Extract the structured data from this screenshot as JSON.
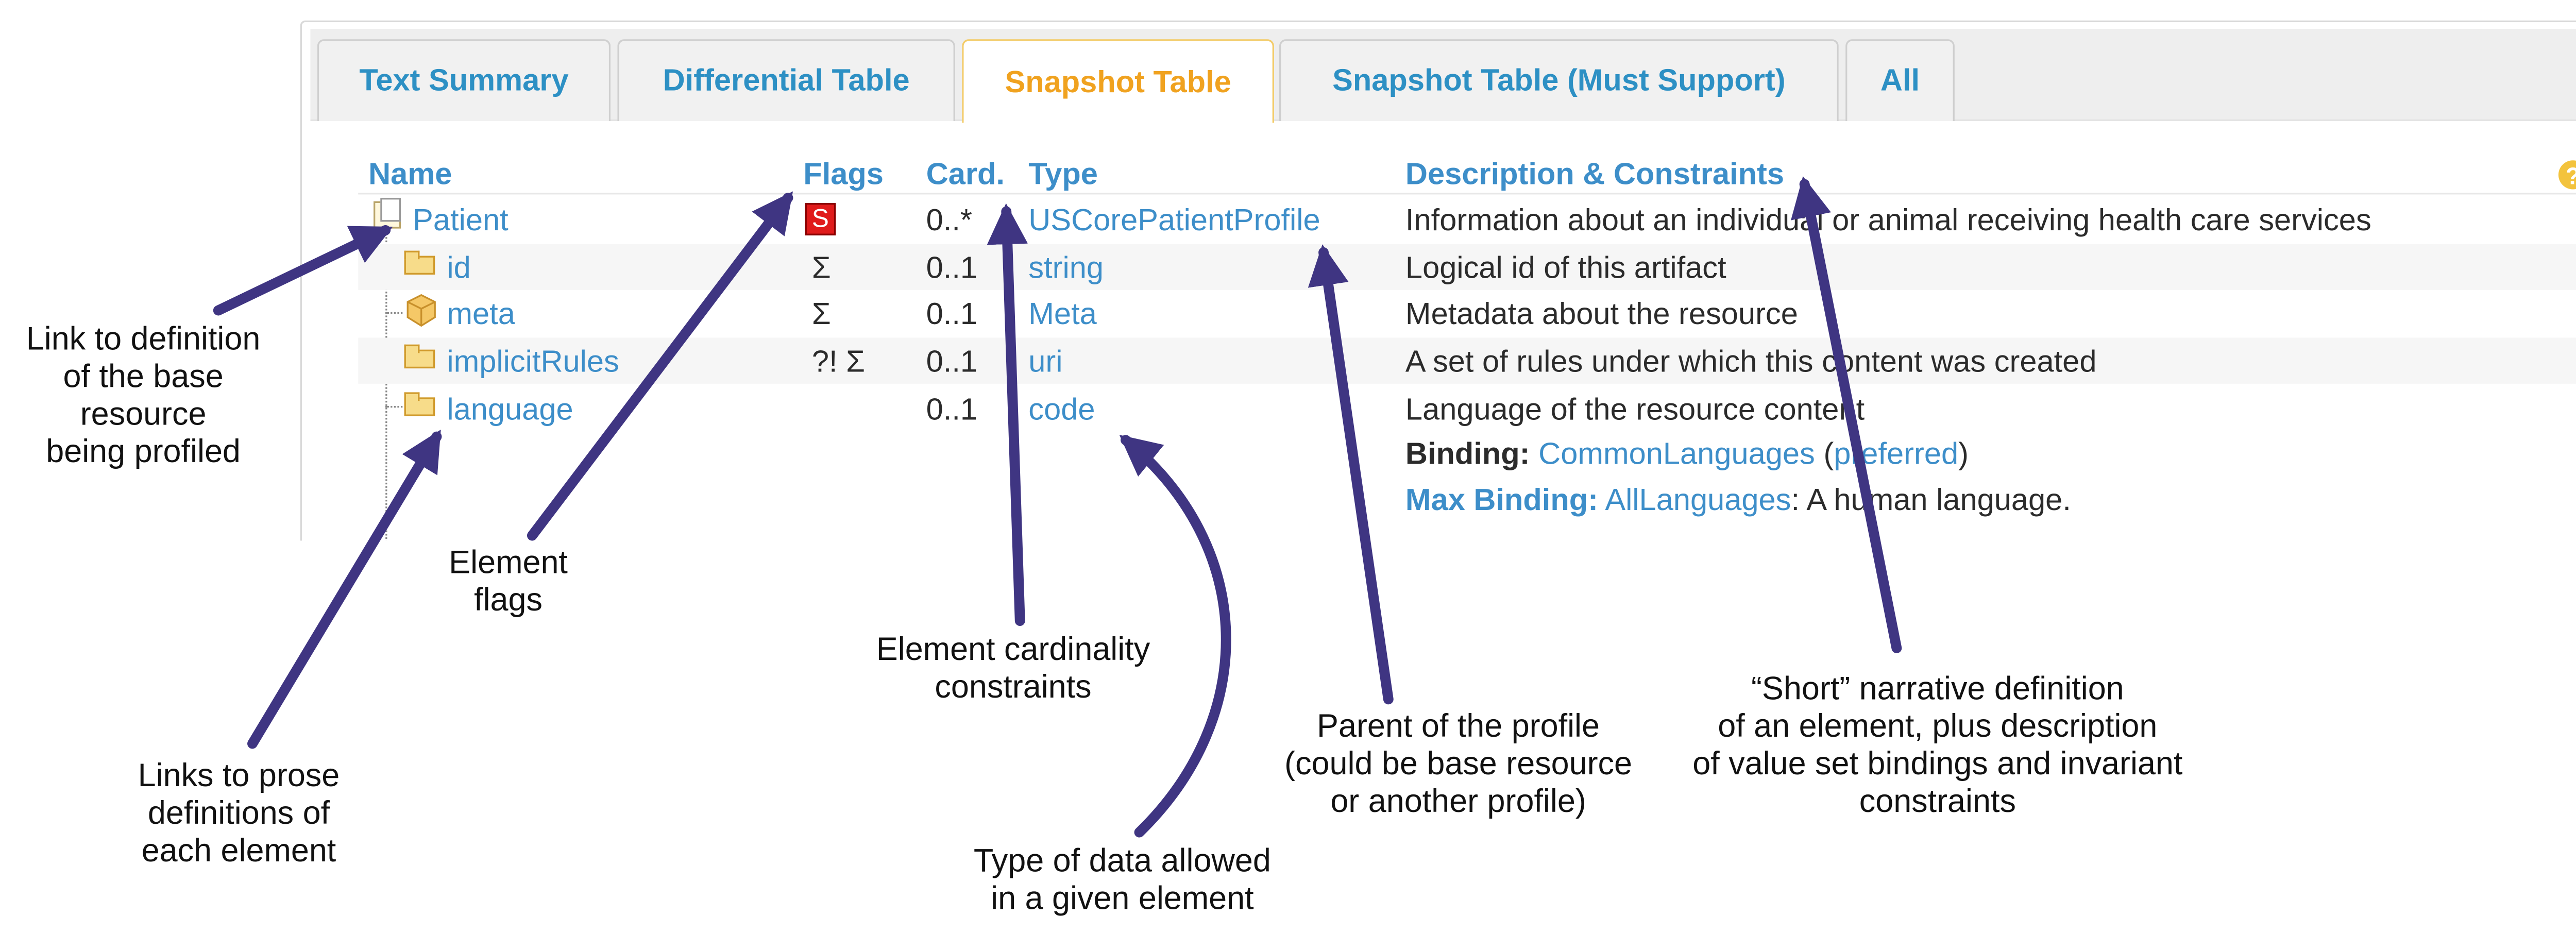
{
  "tabs": [
    {
      "label": "Text Summary",
      "active": false
    },
    {
      "label": "Differential Table",
      "active": false
    },
    {
      "label": "Snapshot Table",
      "active": true
    },
    {
      "label": "Snapshot Table (Must Support)",
      "active": false
    },
    {
      "label": "All",
      "active": false
    }
  ],
  "table": {
    "headers": {
      "name": "Name",
      "flags": "Flags",
      "card": "Card.",
      "type": "Type",
      "desc": "Description & Constraints"
    },
    "help_icon": "?",
    "rows": [
      {
        "name": "Patient",
        "flags": "S",
        "card": "0..*",
        "type": "USCorePatientProfile",
        "desc": "Information about an individual or animal receiving health care services",
        "icon": "resource-icon"
      },
      {
        "name": "id",
        "flags": "Σ",
        "card": "0..1",
        "type": "string",
        "desc": "Logical id of this artifact",
        "icon": "primitive-icon"
      },
      {
        "name": "meta",
        "flags": "Σ",
        "card": "0..1",
        "type": "Meta",
        "desc": "Metadata about the resource",
        "icon": "datatype-icon"
      },
      {
        "name": "implicitRules",
        "flags": "?! Σ",
        "card": "0..1",
        "type": "uri",
        "desc": "A set of rules under which this content was created",
        "icon": "primitive-icon"
      },
      {
        "name": "language",
        "flags": "",
        "card": "0..1",
        "type": "code",
        "desc": "Language of the resource content",
        "icon": "primitive-icon"
      }
    ],
    "binding": {
      "label": "Binding:",
      "valueset": "CommonLanguages",
      "strength": "preferred",
      "open": "(",
      "close": ")"
    },
    "max_binding": {
      "label": "Max Binding:",
      "valueset": "AllLanguages",
      "text": ": A human language."
    }
  },
  "annotations": {
    "base_resource": [
      "Link to definition",
      "of the base",
      "resource",
      "being profiled"
    ],
    "element_flags": [
      "Element",
      "flags"
    ],
    "cardinality": [
      "Element cardinality",
      "constraints"
    ],
    "prose_defs": [
      "Links to prose",
      "definitions of",
      "each element"
    ],
    "type_data": [
      "Type of data allowed",
      "in a given element"
    ],
    "parent_profile": [
      "Parent of the profile",
      "(could be base resource",
      "or another profile)"
    ],
    "short_def": [
      "“Short” narrative definition",
      "of an element, plus description",
      "of value set bindings and invariant",
      "constraints"
    ]
  },
  "colors": {
    "link": "#3d8ec9",
    "active_tab": "#f0a21f",
    "tab_text": "#2d90c4",
    "flag_red": "#e01b1b",
    "arrow": "#3f3582"
  }
}
